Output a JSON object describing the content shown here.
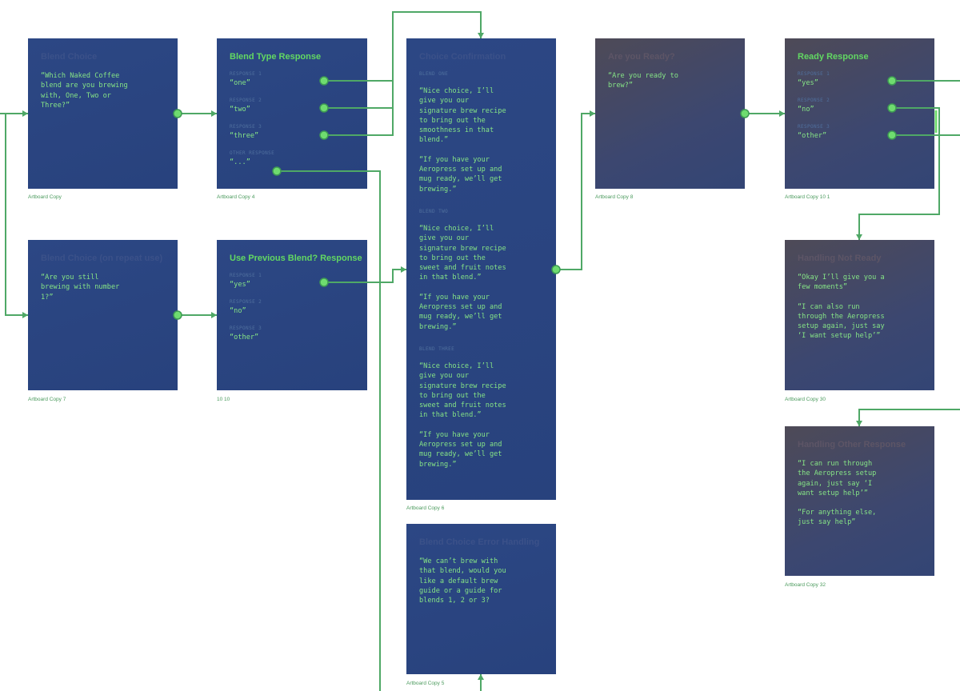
{
  "boards": {
    "blend_choice": {
      "title": "Blend Choice",
      "text": "“Which Naked Coffee\nblend are you brewing\nwith, One, Two or\nThree?”",
      "caption": "Artboard Copy"
    },
    "blend_type_response": {
      "title": "Blend Type Response",
      "responses": [
        {
          "tag": "RESPONSE 1",
          "value": "“one”"
        },
        {
          "tag": "RESPONSE 2",
          "value": "“two”"
        },
        {
          "tag": "RESPONSE 3",
          "value": "“three”"
        },
        {
          "tag": "OTHER RESPONSE",
          "value": "“...”"
        }
      ],
      "caption": "Artboard Copy 4"
    },
    "choice_confirmation": {
      "title": "Choice Confirmation",
      "sections": [
        {
          "tag": "BLEND ONE",
          "quote1": "“Nice choice, I’ll\ngive you our\nsignature brew recipe\nto bring out the\nsmoothness in that\nblend.”",
          "quote2": "“If you have your\nAeropress set up and\nmug ready, we’ll get\nbrewing.”"
        },
        {
          "tag": "BLEND TWO",
          "quote1": "“Nice choice, I’ll\ngive you our\nsignature brew recipe\nto bring out the\nsweet and fruit notes\nin that blend.”",
          "quote2": "“If you have your\nAeropress set up and\nmug ready, we’ll get\nbrewing.”"
        },
        {
          "tag": "BLEND THREE",
          "quote1": "“Nice choice, I’ll\ngive you our\nsignature brew recipe\nto bring out the\nsweet and fruit notes\nin that blend.”",
          "quote2": "“If you have your\nAeropress set up and\nmug ready, we’ll get\nbrewing.”"
        }
      ],
      "caption": "Artboard Copy 6"
    },
    "are_you_ready": {
      "title": "Are you Ready?",
      "text": "“Are you ready to\nbrew?”",
      "caption": "Artboard Copy 8"
    },
    "ready_response": {
      "title": "Ready Response",
      "responses": [
        {
          "tag": "RESPONSE 1",
          "value": "“yes”"
        },
        {
          "tag": "RESPONSE 2",
          "value": "“no”"
        },
        {
          "tag": "RESPONSE 3",
          "value": "“other”"
        }
      ],
      "caption": "Artboard Copy 10 1"
    },
    "blend_choice_repeat": {
      "title": "Blend Choice (on repeat use)",
      "text": "“Are you still\nbrewing with number\n1?”",
      "caption": "Artboard Copy 7"
    },
    "use_previous_blend": {
      "title": "Use Previous Blend? Response",
      "responses": [
        {
          "tag": "RESPONSE 1",
          "value": "“yes”"
        },
        {
          "tag": "RESPONSE 2",
          "value": "“no”"
        },
        {
          "tag": "RESPONSE 3",
          "value": "“other”"
        }
      ],
      "caption": "10 10"
    },
    "handling_not_ready": {
      "title": "Handling Not Ready",
      "text1": "“Okay I’ll give you a\nfew moments”",
      "text2": "“I can also run\nthrough the Aeropress\nsetup again, just say\n‘I want setup help’”",
      "caption": "Artboard Copy 30"
    },
    "handling_other_response": {
      "title": "Handling Other Response",
      "text1": "“I can run through\nthe Aeropress setup\nagain, just say ‘I\nwant setup help’”",
      "text2": "“For anything else,\njust say help”",
      "caption": "Artboard Copy 32"
    },
    "blend_choice_error": {
      "title": "Blend Choice Error Handling",
      "text": "“We can’t brew with\nthat blend, would you\nlike a default brew\nguide or a guide for\nblends 1, 2 or 3?",
      "caption": "Artboard Copy 5"
    }
  },
  "colors": {
    "board": "#2c4784",
    "board_warm": "#4e4a57",
    "connector": "#4fa866",
    "connector_dot": "#6fdc6f",
    "text": "#86e486",
    "lit_title": "#62d862"
  }
}
